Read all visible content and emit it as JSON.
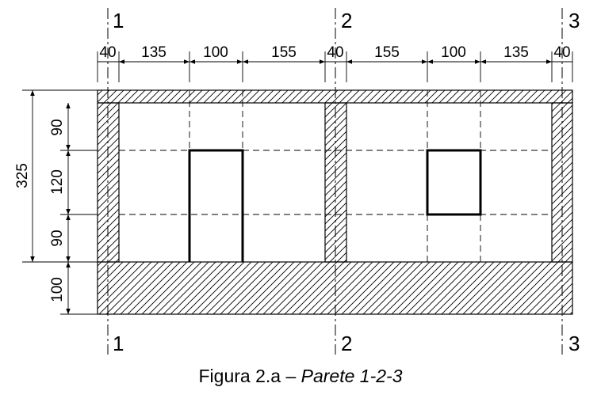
{
  "axes": {
    "top": [
      "1",
      "2",
      "3"
    ],
    "bottom": [
      "1",
      "2",
      "3"
    ]
  },
  "horizontal_dims": [
    "40",
    "135",
    "100",
    "155",
    "40",
    "155",
    "100",
    "135",
    "40"
  ],
  "vertical_dims": {
    "total": "325",
    "parts": [
      "90",
      "120",
      "90",
      "100"
    ]
  },
  "caption": {
    "prefix": "Figura 2.a – ",
    "title": "Parete 1-2-3"
  }
}
